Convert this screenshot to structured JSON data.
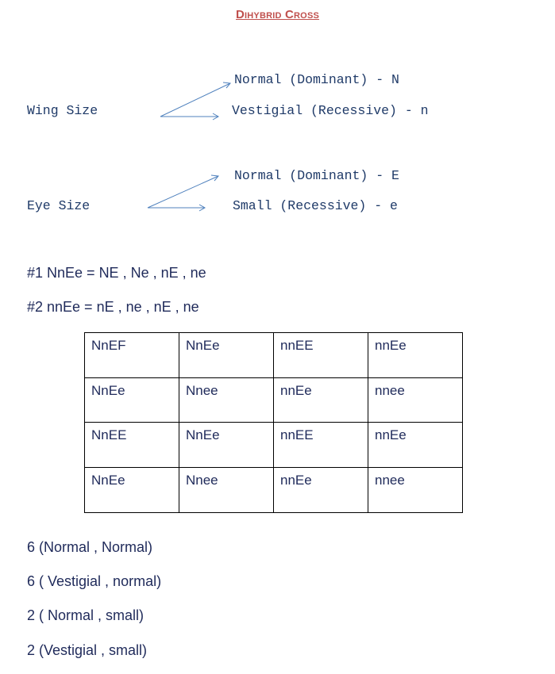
{
  "title": "Dihybrid Cross",
  "traits": [
    {
      "name": "Wing Size",
      "dominant": "Normal (Dominant) - N",
      "recessive": "Vestigial (Recessive) - n"
    },
    {
      "name": "Eye Size",
      "dominant": "Normal (Dominant) - E",
      "recessive": "Small (Recessive) - e"
    }
  ],
  "gametes": [
    "#1 NnEe = NE , Ne , nE , ne",
    "#2 nnEe = nE , ne , nE , ne"
  ],
  "punnett": [
    [
      "NnEF",
      "NnEe",
      "nnEE",
      "nnEe"
    ],
    [
      "NnEe",
      "Nnee",
      "nnEe",
      "nnee"
    ],
    [
      "NnEE",
      "NnEe",
      "nnEE",
      "nnEe"
    ],
    [
      "NnEe",
      "Nnee",
      "nnEe",
      "nnee"
    ]
  ],
  "results": [
    "6 (Normal , Normal)",
    "6 ( Vestigial , normal)",
    "2 ( Normal , small)",
    "2 (Vestigial , small)"
  ],
  "colors": {
    "title": "#c0504d",
    "arrow": "#4f81bd",
    "text": "#1f2a5a"
  }
}
